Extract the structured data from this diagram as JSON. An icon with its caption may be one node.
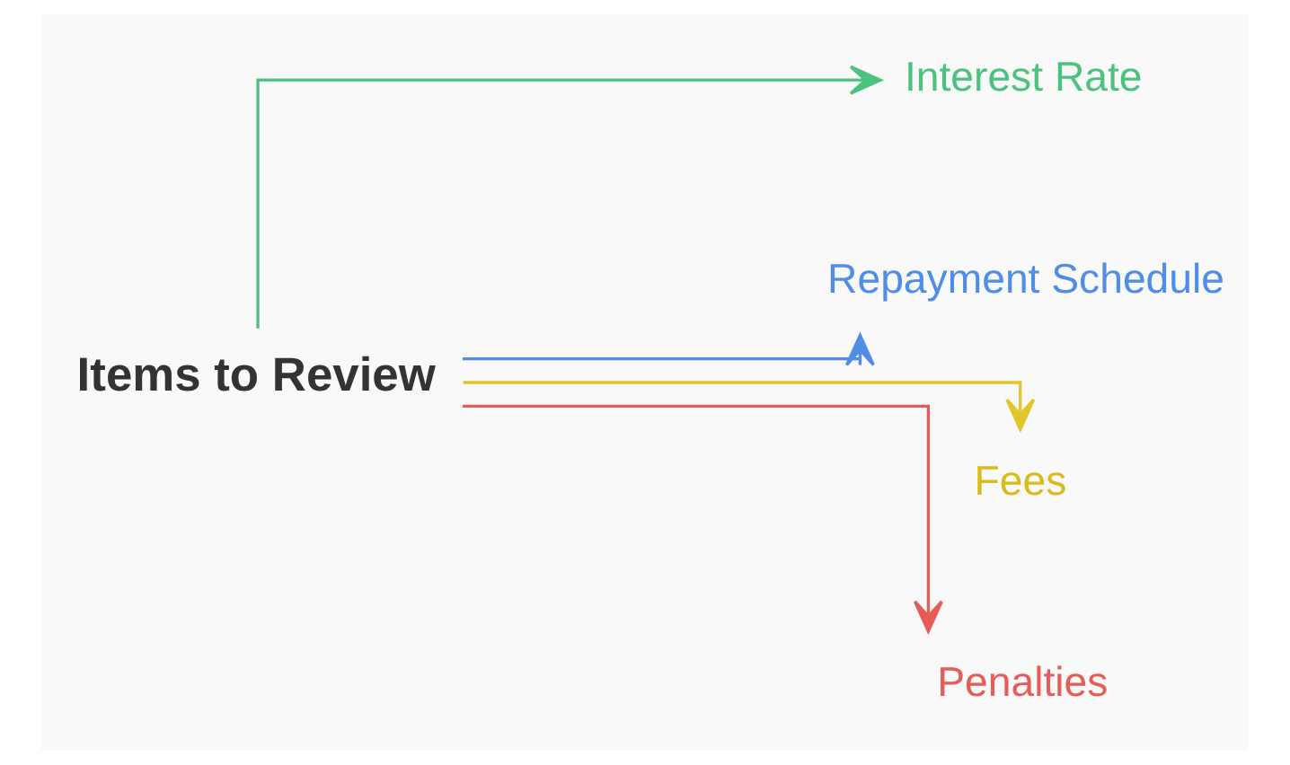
{
  "diagram": {
    "nodes": [
      {
        "text": [
          "Items to Review"
        ]
      },
      {
        "text": [
          "Interest Rate"
        ]
      },
      {
        "text": [
          "Repayment Schedule"
        ]
      },
      {
        "text": [
          "Fees"
        ]
      },
      {
        "text": [
          "Penalties"
        ]
      }
    ],
    "edges": [
      {
        "from": 0,
        "to": 1,
        "arrow": "to",
        "color": "#4cc27f"
      },
      {
        "from": 0,
        "to": 2,
        "arrow": "to",
        "color": "#4f8de6"
      },
      {
        "from": 0,
        "to": 3,
        "arrow": "to",
        "color": "#e2c52b"
      },
      {
        "from": 0,
        "to": 4,
        "arrow": "to",
        "color": "#e65c57"
      }
    ]
  }
}
